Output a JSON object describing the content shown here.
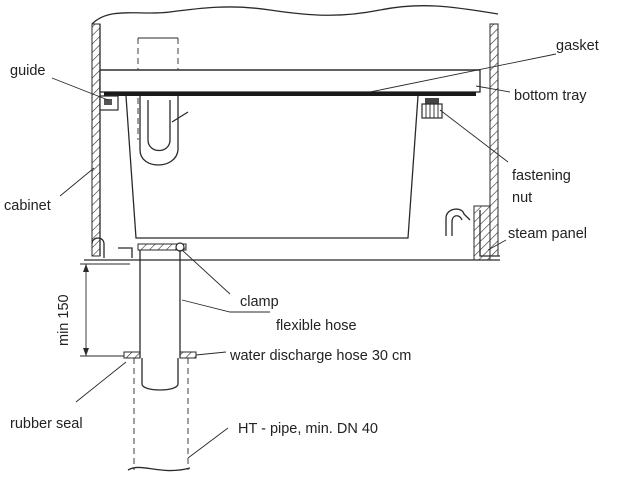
{
  "labels": {
    "gasket": "gasket",
    "guide": "guide",
    "bottom_tray": "bottom tray",
    "fastening_nut_line1": "fastening",
    "fastening_nut_line2": "nut",
    "cabinet": "cabinet",
    "steam_panel": "steam panel",
    "clamp": "clamp",
    "flexible_hose": "flexible hose",
    "min_150": "min 150",
    "water_discharge_hose": "water discharge hose 30 cm",
    "rubber_seal": "rubber seal",
    "ht_pipe": "HT - pipe, min. DN 40"
  }
}
